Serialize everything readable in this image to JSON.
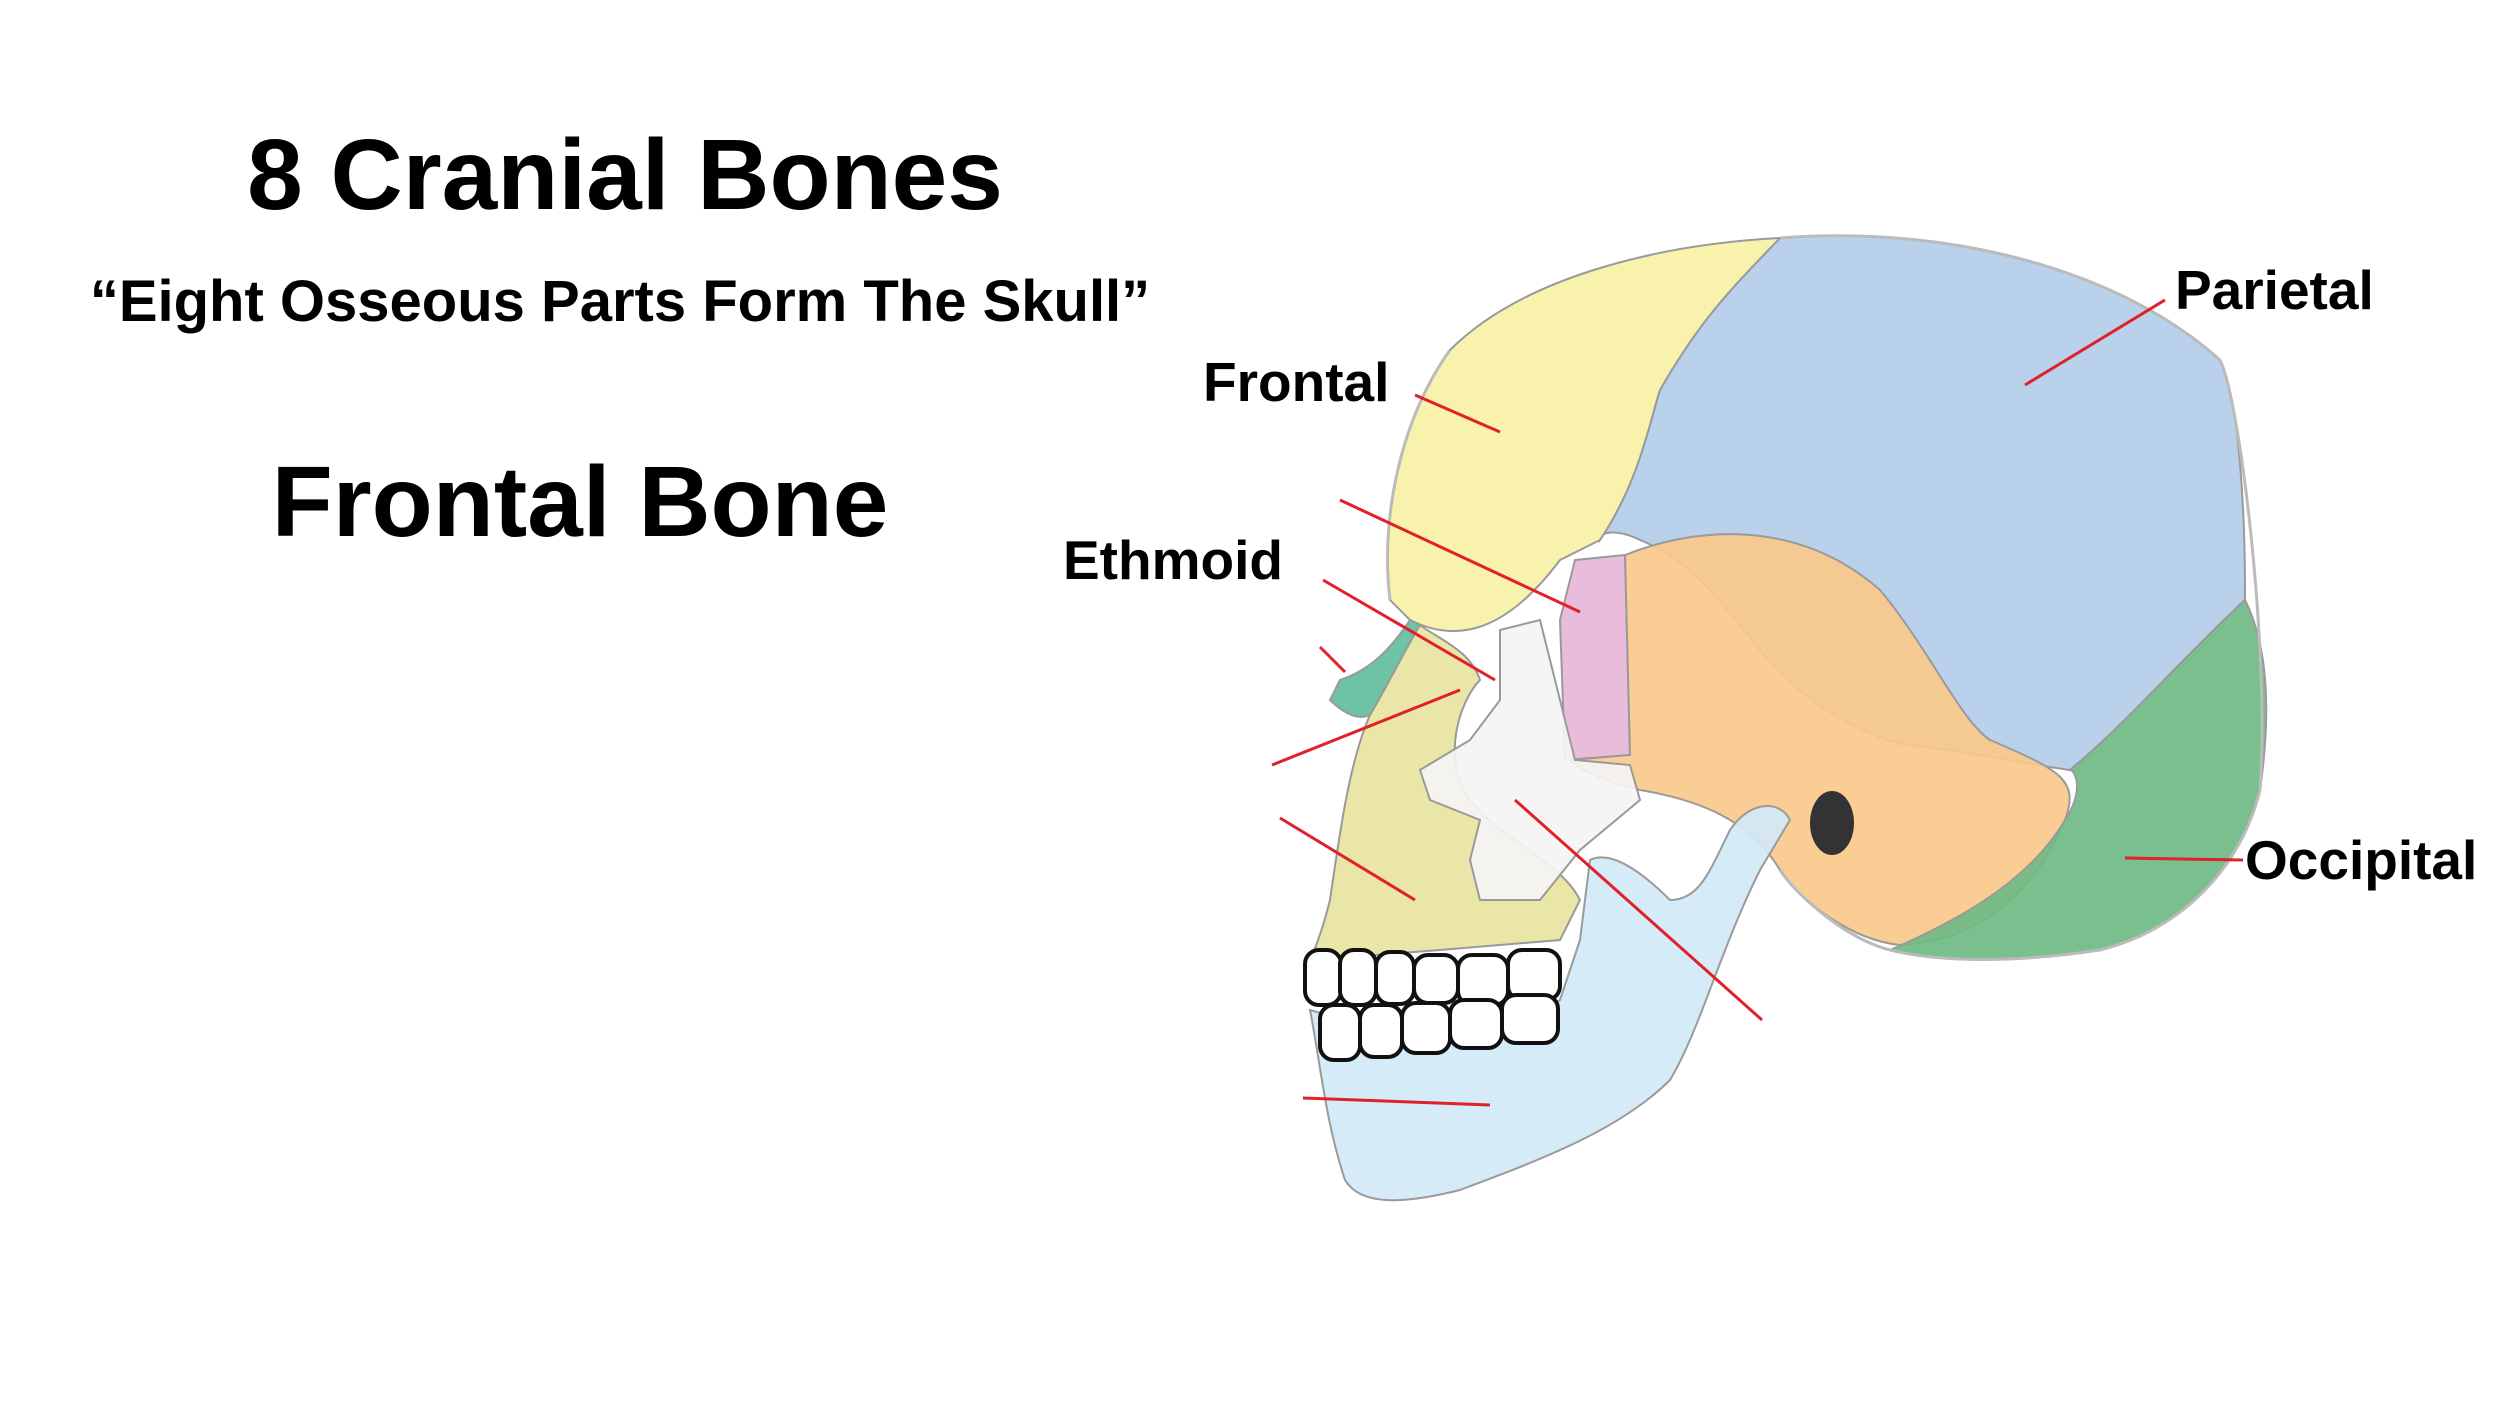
{
  "slide": {
    "title": "8 Cranial Bones",
    "mnemonic": "“Eight Osseous Parts Form The Skull”",
    "topic": "Frontal Bone"
  },
  "diagram": {
    "labels": {
      "frontal": "Frontal",
      "ethmoid": "Ethmoid",
      "parietal": "Parietal",
      "occipital": "Occipital"
    },
    "colors": {
      "frontal": "#f7f1a6",
      "parietal": "#b4cdea",
      "temporal": "#f9c98a",
      "sphenoid": "#e8b6d8",
      "occipital": "#6fba84",
      "nasal": "#5fbf9c",
      "maxilla": "#e8e4a0",
      "zygomatic": "#f4f4f4",
      "mandible": "#d3e9f7",
      "leader_line": "#e0202a"
    }
  }
}
